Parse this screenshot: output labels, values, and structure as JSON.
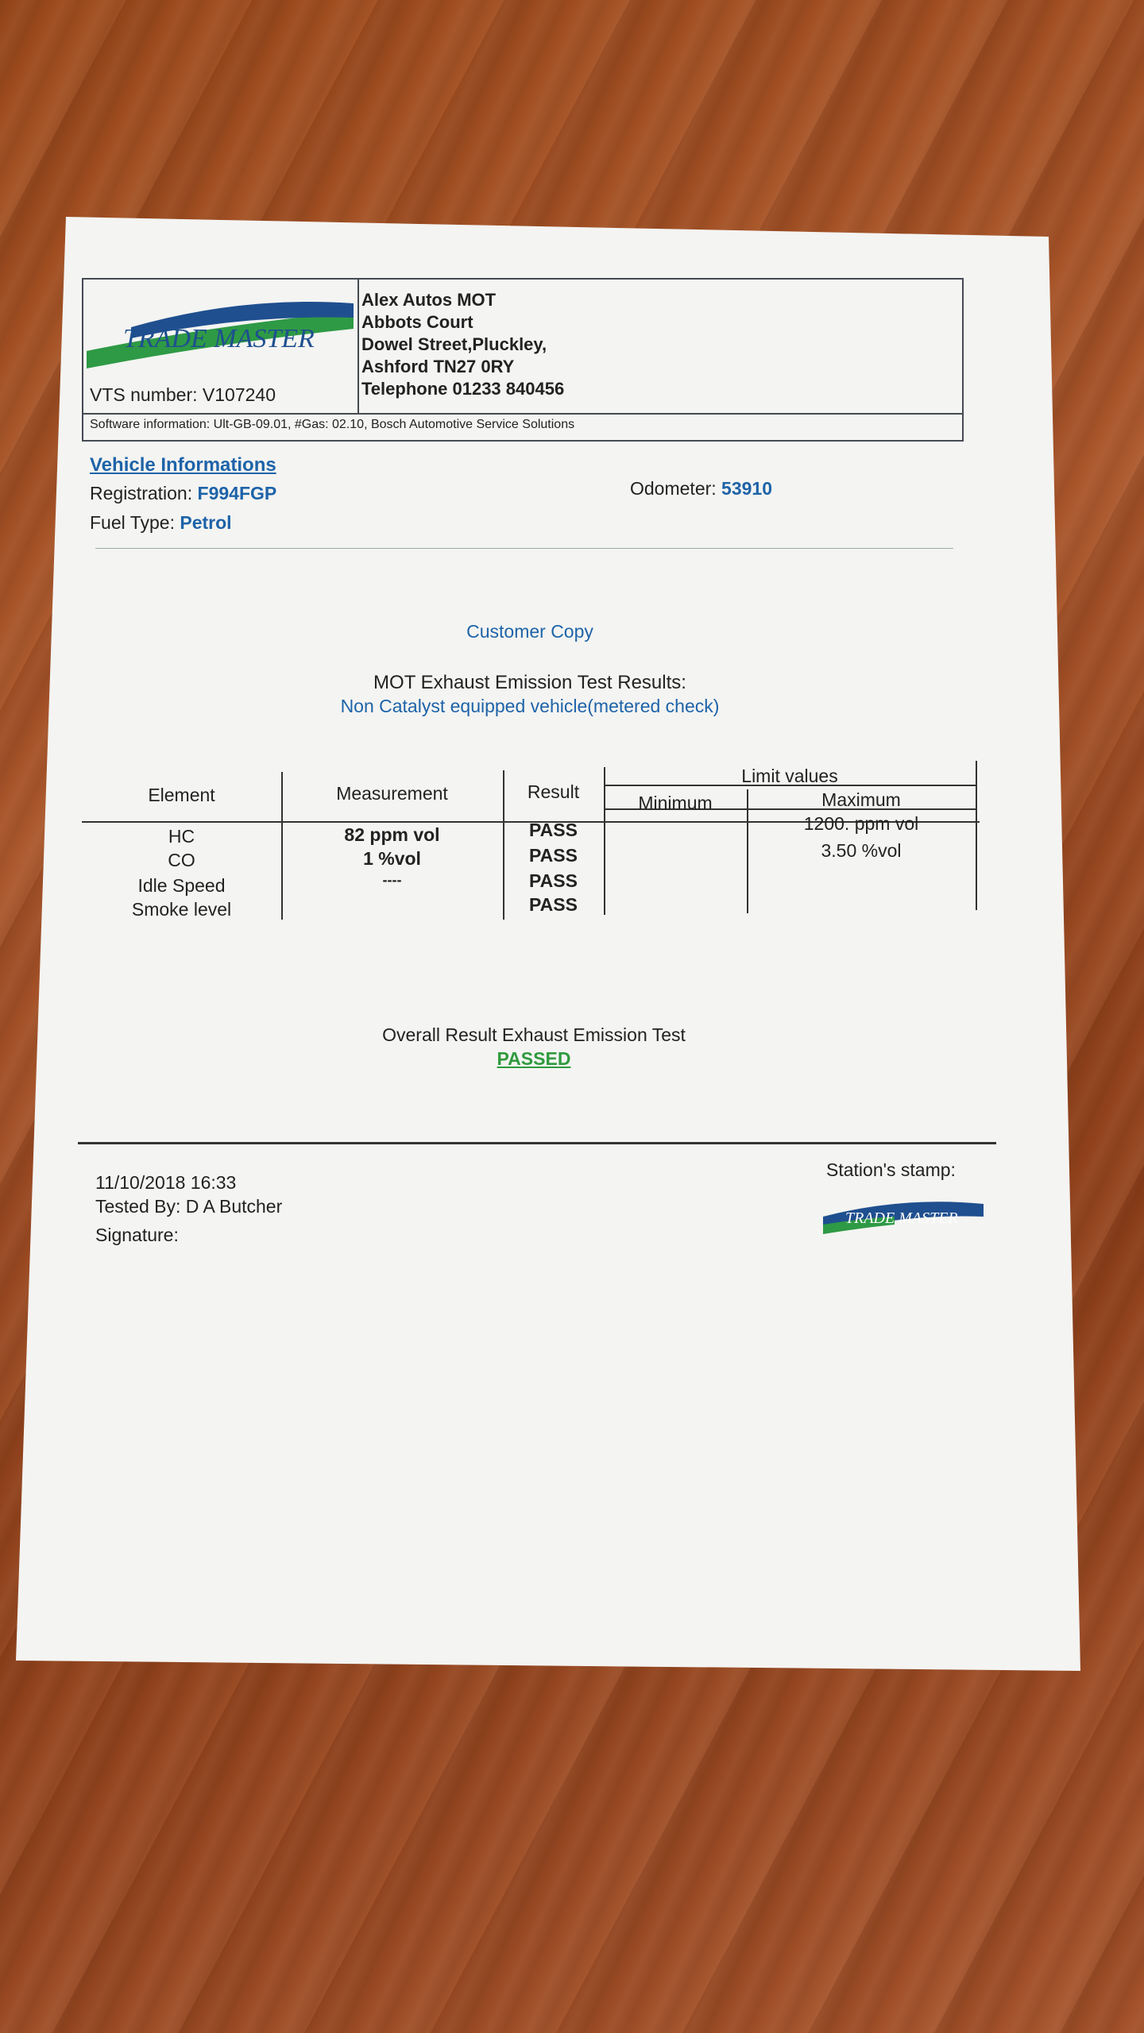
{
  "header": {
    "logo_text": "TRADE MASTER",
    "vts_label": "VTS number:",
    "vts_number": "V107240",
    "address_lines": [
      "Alex Autos MOT",
      "Abbots Court",
      "Dowel Street,Pluckley,",
      "Ashford TN27 0RY",
      "Telephone 01233 840456"
    ],
    "software_label": "Software information:",
    "software_value": "Ult-GB-09.01, #Gas: 02.10, Bosch Automotive Service Solutions"
  },
  "vehicle": {
    "section_title": "Vehicle Informations",
    "registration_label": "Registration:",
    "registration": "F994FGP",
    "fuel_label": "Fuel Type:",
    "fuel": "Petrol",
    "odometer_label": "Odometer:",
    "odometer": "53910"
  },
  "report": {
    "copy_label": "Customer Copy",
    "title": "MOT Exhaust Emission Test Results:",
    "subtitle": "Non Catalyst equipped vehicle(metered check)"
  },
  "table": {
    "headers": {
      "element": "Element",
      "measurement": "Measurement",
      "result": "Result",
      "limit_values": "Limit values",
      "minimum": "Minimum",
      "maximum": "Maximum"
    },
    "rows": [
      {
        "element": "HC",
        "measurement": "82 ppm vol",
        "result": "PASS",
        "minimum": "",
        "maximum": "1200. ppm vol"
      },
      {
        "element": "CO",
        "measurement": "1 %vol",
        "result": "PASS",
        "minimum": "",
        "maximum": "3.50 %vol"
      },
      {
        "element": "Idle Speed",
        "measurement": "----",
        "result": "PASS",
        "minimum": "",
        "maximum": ""
      },
      {
        "element": "Smoke level",
        "measurement": "",
        "result": "PASS",
        "minimum": "",
        "maximum": ""
      }
    ]
  },
  "overall": {
    "label": "Overall Result Exhaust Emission Test",
    "result": "PASSED"
  },
  "footer": {
    "datetime": "11/10/2018 16:33",
    "tested_by_label": "Tested By:",
    "tested_by": "D A Butcher",
    "signature_label": "Signature:",
    "stamp_label": "Station's stamp:",
    "stamp_logo_text": "TRADE MASTER"
  },
  "colors": {
    "accent_blue": "#1e63a8",
    "pass_green": "#2f9a3e",
    "logo_navy": "#1f4f8f",
    "logo_green": "#2e9a45"
  }
}
